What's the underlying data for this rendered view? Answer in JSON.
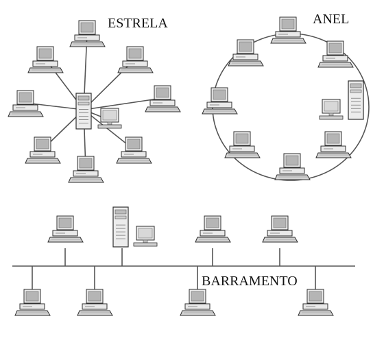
{
  "labels": {
    "star": "ESTRELA",
    "ring": "ANEL",
    "bus": "BARRAMENTO"
  },
  "icons": {
    "workstation": "computer-icon",
    "server": "server-tower-icon",
    "monitor": "monitor-icon"
  },
  "colors": {
    "background": "#ffffff",
    "line": "#555555",
    "monitor_body": "#e9e9e9",
    "screen": "#b5b5b5",
    "keyboard": "#d2d2d2",
    "outline": "#2e2e2e"
  }
}
